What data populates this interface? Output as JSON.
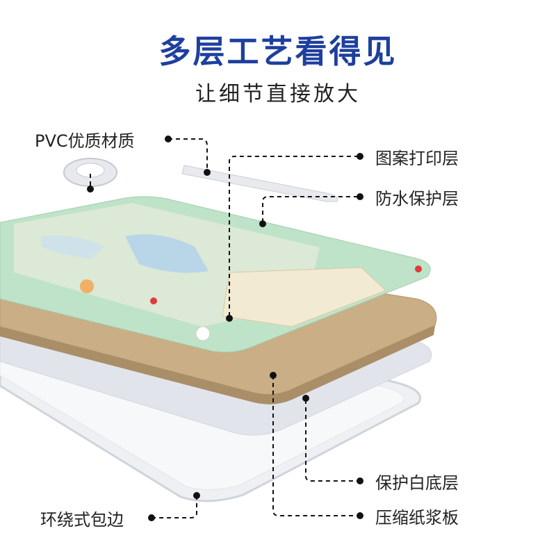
{
  "header": {
    "title": "多层工艺看得见",
    "subtitle": "让细节直接放大"
  },
  "labels": {
    "pvc": "PVC优质材质",
    "print_layer": "图案打印层",
    "waterproof_layer": "防水保护层",
    "white_base_layer": "保护白底层",
    "wrap_edge": "环绕式包边",
    "pulp_board": "压缩纸浆板"
  },
  "colors": {
    "title_blue": "#1d3f9e",
    "board_green": "#bfe3c8",
    "pulp_tan": "#c9ae86",
    "leader_line": "#111111"
  }
}
